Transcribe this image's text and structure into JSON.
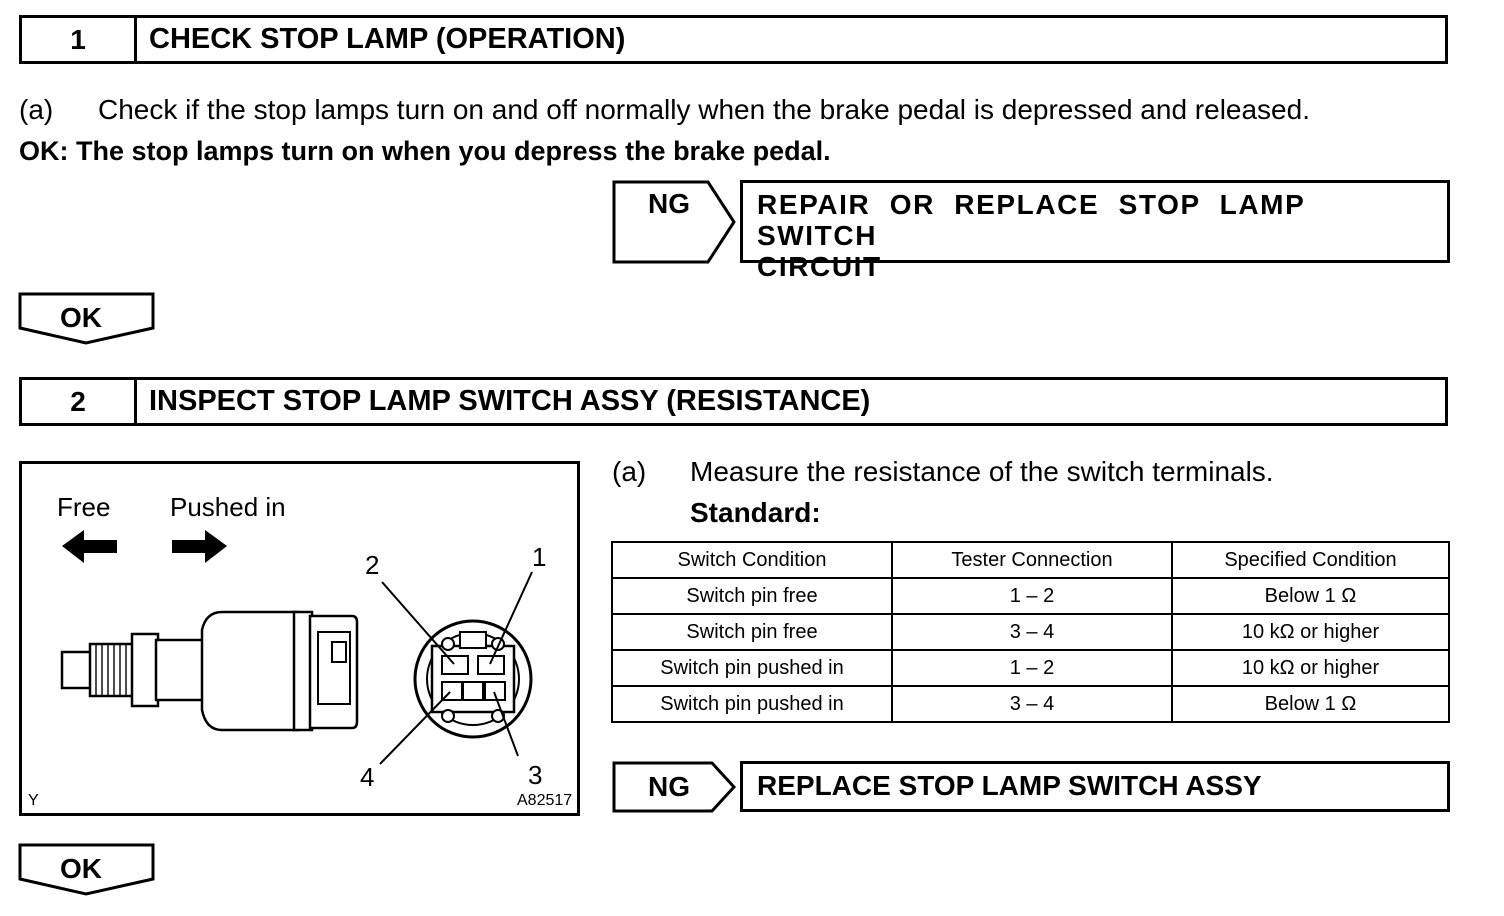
{
  "step1": {
    "number": "1",
    "title": "CHECK STOP LAMP (OPERATION)",
    "item_marker": "(a)",
    "instruction": "Check if the stop lamps turn on and off normally when the brake pedal is depressed and released.",
    "ok_condition": "OK: The stop lamps turn on when you depress the brake pedal.",
    "ng_label": "NG",
    "ng_action_line1": "REPAIR OR REPLACE STOP LAMP SWITCH",
    "ng_action_line2": "CIRCUIT",
    "ok_label": "OK"
  },
  "step2": {
    "number": "2",
    "title": "INSPECT STOP LAMP SWITCH ASSY (RESISTANCE)",
    "item_marker": "(a)",
    "instruction": "Measure the resistance of the switch terminals.",
    "standard_label": "Standard:",
    "table": {
      "headers": [
        "Switch Condition",
        "Tester Connection",
        "Specified Condition"
      ],
      "rows": [
        [
          "Switch pin free",
          "1 – 2",
          "Below 1 Ω"
        ],
        [
          "Switch pin free",
          "3 – 4",
          "10 kΩ or higher"
        ],
        [
          "Switch pin pushed in",
          "1 – 2",
          "10 kΩ or higher"
        ],
        [
          "Switch pin pushed in",
          "3 – 4",
          "Below 1 Ω"
        ]
      ]
    },
    "ng_label": "NG",
    "ng_action": "REPLACE STOP LAMP SWITCH ASSY",
    "ok_label": "OK"
  },
  "figure": {
    "free_label": "Free",
    "pushed_label": "Pushed in",
    "pin_labels": [
      "1",
      "2",
      "3",
      "4"
    ],
    "corner_code": "Y",
    "figure_id": "A82517"
  }
}
